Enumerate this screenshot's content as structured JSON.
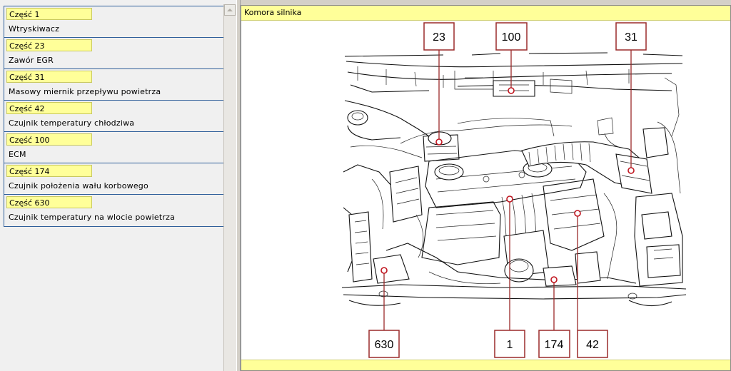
{
  "parts": [
    {
      "number": "Część 1",
      "description": "Wtryskiwacz"
    },
    {
      "number": "Część 23",
      "description": "Zawór EGR"
    },
    {
      "number": "Część 31",
      "description": "Masowy miernik przepływu powietrza"
    },
    {
      "number": "Część 42",
      "description": "Czujnik temperatury chłodziwa"
    },
    {
      "number": "Część 100",
      "description": "ECM"
    },
    {
      "number": "Część 174",
      "description": "Czujnik położenia wału korbowego"
    },
    {
      "number": "Część 630",
      "description": "Czujnik temperatury na wlocie powietrza"
    }
  ],
  "viewer": {
    "title": "Komora silnika",
    "callouts": {
      "c23": "23",
      "c100": "100",
      "c31": "31",
      "c630": "630",
      "c1": "1",
      "c174": "174",
      "c42": "42"
    }
  },
  "colors": {
    "label_bg": "#ffff99",
    "list_border": "#2f5f9a",
    "callout_stroke": "#9a2a2a",
    "hotspot_stroke": "#c0141e"
  },
  "icons": {
    "scroll_up": "up-arrow-icon"
  }
}
